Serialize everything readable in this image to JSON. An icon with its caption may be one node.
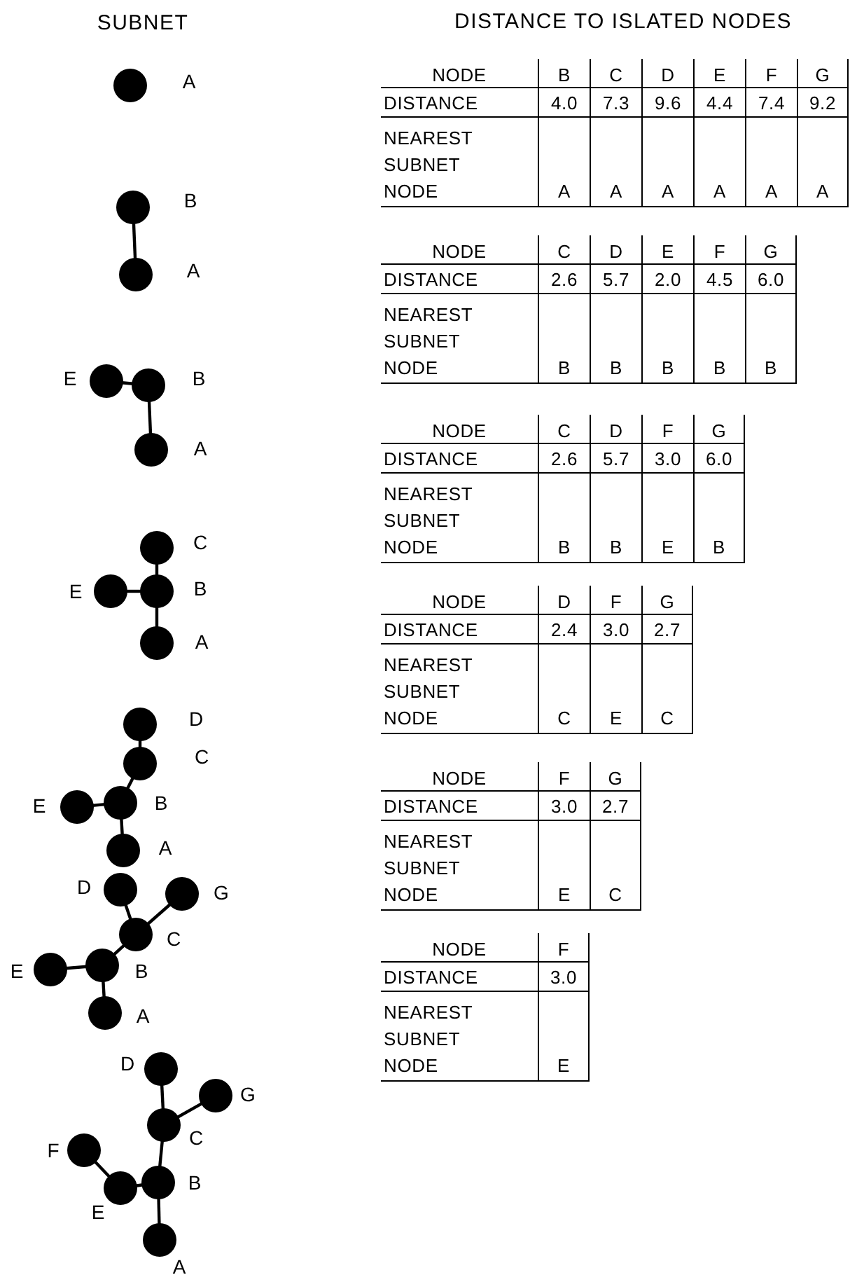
{
  "diagram": {
    "nodes": [
      {
        "text": [],
        "shape": "circle",
        "beside": [
          "A"
        ]
      },
      {
        "text": [],
        "shape": "circle",
        "beside": [
          "B"
        ]
      },
      {
        "text": [],
        "shape": "circle",
        "beside": [
          "A"
        ]
      },
      {
        "text": [],
        "shape": "circle",
        "beside": [
          "E"
        ]
      },
      {
        "text": [],
        "shape": "circle",
        "beside": [
          "B"
        ]
      },
      {
        "text": [],
        "shape": "circle",
        "beside": [
          "A"
        ]
      },
      {
        "text": [],
        "shape": "circle",
        "beside": [
          "C"
        ]
      },
      {
        "text": [],
        "shape": "circle",
        "beside": [
          "E"
        ]
      },
      {
        "text": [],
        "shape": "circle",
        "beside": [
          "B"
        ]
      },
      {
        "text": [],
        "shape": "circle",
        "beside": [
          "A"
        ]
      },
      {
        "text": [],
        "shape": "circle",
        "beside": [
          "D"
        ]
      },
      {
        "text": [],
        "shape": "circle",
        "beside": [
          "C"
        ]
      },
      {
        "text": [],
        "shape": "circle",
        "beside": [
          "E"
        ]
      },
      {
        "text": [],
        "shape": "circle",
        "beside": [
          "B"
        ]
      },
      {
        "text": [],
        "shape": "circle",
        "beside": [
          "A"
        ]
      },
      {
        "text": [],
        "shape": "circle",
        "beside": [
          "D"
        ]
      },
      {
        "text": [],
        "shape": "circle",
        "beside": [
          "G"
        ]
      },
      {
        "text": [],
        "shape": "circle",
        "beside": [
          "C"
        ]
      },
      {
        "text": [],
        "shape": "circle",
        "beside": [
          "E"
        ]
      },
      {
        "text": [],
        "shape": "circle",
        "beside": [
          "B"
        ]
      },
      {
        "text": [],
        "shape": "circle",
        "beside": [
          "A"
        ]
      },
      {
        "text": [],
        "shape": "circle",
        "beside": [
          "D"
        ]
      },
      {
        "text": [],
        "shape": "circle",
        "beside": [
          "G"
        ]
      },
      {
        "text": [],
        "shape": "circle",
        "beside": [
          "C"
        ]
      },
      {
        "text": [],
        "shape": "circle",
        "beside": [
          "F"
        ]
      },
      {
        "text": [],
        "shape": "circle",
        "beside": [
          "E"
        ]
      },
      {
        "text": [],
        "shape": "circle",
        "beside": [
          "B"
        ]
      },
      {
        "text": [],
        "shape": "circle",
        "beside": [
          "A"
        ]
      }
    ],
    "edges": [
      {
        "from": 1,
        "to": 2,
        "arrow": "none"
      },
      {
        "from": 3,
        "to": 4,
        "arrow": "none"
      },
      {
        "from": 4,
        "to": 5,
        "arrow": "none"
      },
      {
        "from": 6,
        "to": 8,
        "arrow": "none"
      },
      {
        "from": 7,
        "to": 8,
        "arrow": "none"
      },
      {
        "from": 8,
        "to": 9,
        "arrow": "none"
      },
      {
        "from": 10,
        "to": 11,
        "arrow": "none"
      },
      {
        "from": 11,
        "to": 13,
        "arrow": "none"
      },
      {
        "from": 12,
        "to": 13,
        "arrow": "none"
      },
      {
        "from": 13,
        "to": 14,
        "arrow": "none"
      },
      {
        "from": 15,
        "to": 17,
        "arrow": "none"
      },
      {
        "from": 16,
        "to": 17,
        "arrow": "none"
      },
      {
        "from": 17,
        "to": 19,
        "arrow": "none"
      },
      {
        "from": 18,
        "to": 19,
        "arrow": "none"
      },
      {
        "from": 19,
        "to": 20,
        "arrow": "none"
      },
      {
        "from": 21,
        "to": 23,
        "arrow": "none"
      },
      {
        "from": 22,
        "to": 23,
        "arrow": "none"
      },
      {
        "from": 23,
        "to": 26,
        "arrow": "none"
      },
      {
        "from": 24,
        "to": 25,
        "arrow": "none"
      },
      {
        "from": 25,
        "to": 26,
        "arrow": "none"
      },
      {
        "from": 26,
        "to": 27,
        "arrow": "none"
      }
    ],
    "labels": [
      "SUBNET",
      "DISTANCE TO ISLATED NODES",
      "NODE",
      "B",
      "C",
      "D",
      "E",
      "F",
      "G",
      "DISTANCE",
      "4.0",
      "7.3",
      "9.6",
      "4.4",
      "7.4",
      "9.2",
      "NEAREST SUBNET NODE",
      "A",
      "A",
      "A",
      "A",
      "A",
      "A",
      "NODE",
      "C",
      "D",
      "E",
      "F",
      "G",
      "DISTANCE",
      "2.6",
      "5.7",
      "2.0",
      "4.5",
      "6.0",
      "NEAREST SUBNET NODE",
      "B",
      "B",
      "B",
      "B",
      "B",
      "NODE",
      "C",
      "D",
      "F",
      "G",
      "DISTANCE",
      "2.6",
      "5.7",
      "3.0",
      "6.0",
      "NEAREST SUBNET NODE",
      "B",
      "B",
      "E",
      "B",
      "NODE",
      "D",
      "F",
      "G",
      "DISTANCE",
      "2.4",
      "3.0",
      "2.7",
      "NEAREST SUBNET NODE",
      "C",
      "E",
      "C",
      "NODE",
      "F",
      "G",
      "DISTANCE",
      "3.0",
      "2.7",
      "NEAREST SUBNET NODE",
      "E",
      "C",
      "NODE",
      "F",
      "DISTANCE",
      "3.0",
      "NEAREST SUBNET NODE",
      "E"
    ]
  }
}
